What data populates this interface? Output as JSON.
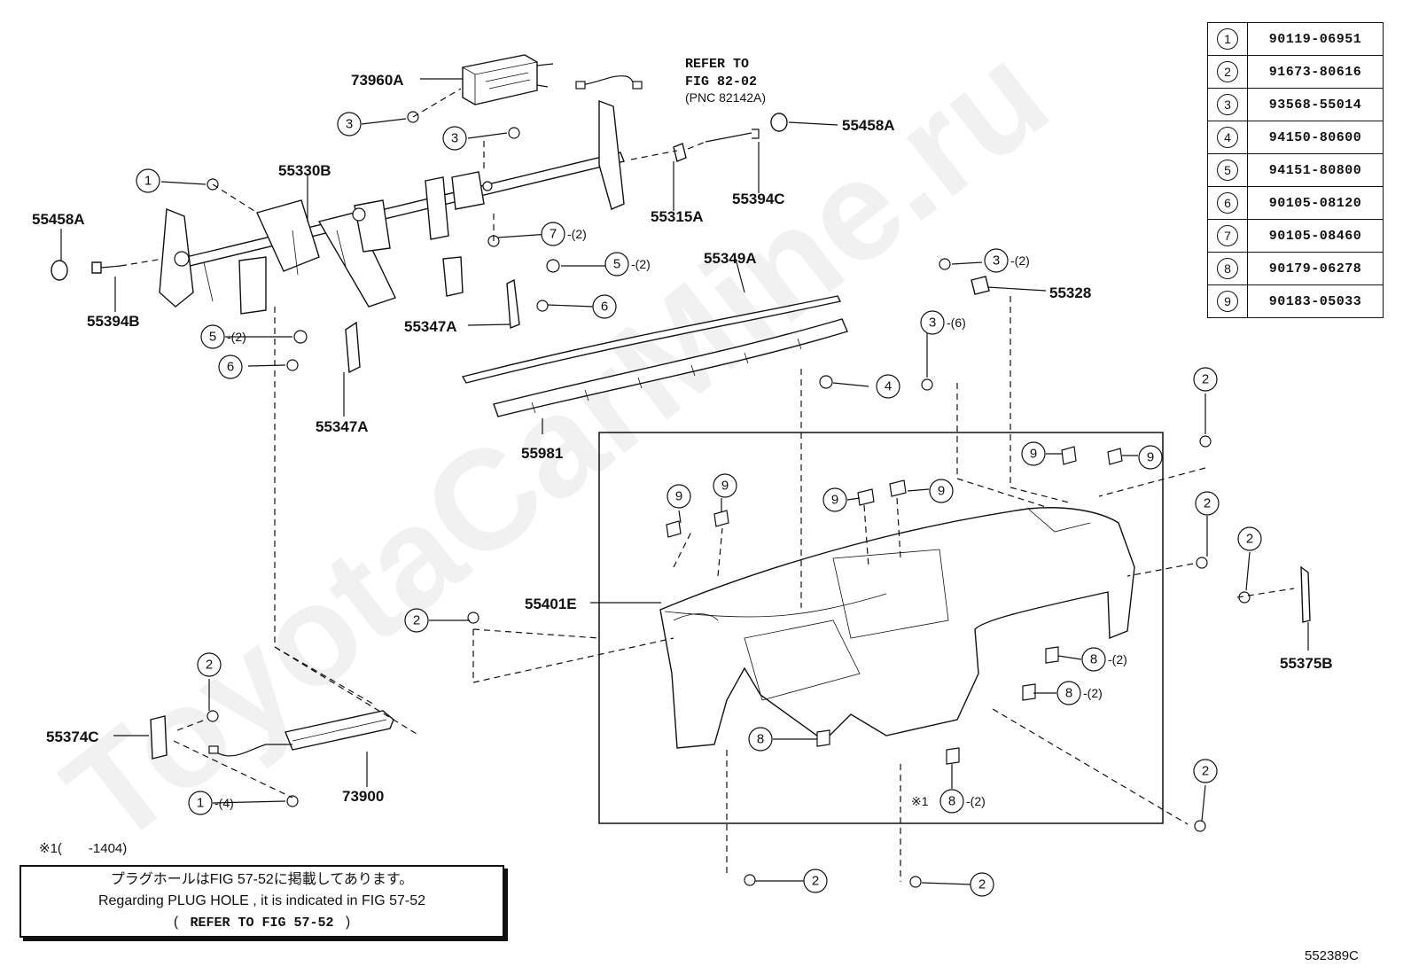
{
  "watermark": "ToyotaCarMine.ru",
  "legend": [
    {
      "num": "1",
      "part": "90119-06951"
    },
    {
      "num": "2",
      "part": "91673-80616"
    },
    {
      "num": "3",
      "part": "93568-55014"
    },
    {
      "num": "4",
      "part": "94150-80600"
    },
    {
      "num": "5",
      "part": "94151-80800"
    },
    {
      "num": "6",
      "part": "90105-08120"
    },
    {
      "num": "7",
      "part": "90105-08460"
    },
    {
      "num": "8",
      "part": "90179-06278"
    },
    {
      "num": "9",
      "part": "90183-05033"
    }
  ],
  "part_labels": {
    "p73960A": "73960A",
    "p55458A_top": "55458A",
    "p55330B": "55330B",
    "p55458A_left": "55458A",
    "p55394B": "55394B",
    "p55315A": "55315A",
    "p55394C": "55394C",
    "p55349A": "55349A",
    "p55328": "55328",
    "p55347A_a": "55347A",
    "p55347A_b": "55347A",
    "p55981": "55981",
    "p55401E": "55401E",
    "p55374C": "55374C",
    "p73900": "73900",
    "p55375B": "55375B"
  },
  "refer": {
    "line1": "REFER TO",
    "line2": "FIG 82-02",
    "line3": "(PNC 82142A)"
  },
  "callouts": {
    "c1a": {
      "num": "1",
      "qty": ""
    },
    "c3a": {
      "num": "3",
      "qty": ""
    },
    "c3b": {
      "num": "3",
      "qty": ""
    },
    "c7": {
      "num": "7",
      "qty": "-(2)"
    },
    "c5a": {
      "num": "5",
      "qty": "-(2)"
    },
    "c6a": {
      "num": "6",
      "qty": ""
    },
    "c5b": {
      "num": "5",
      "qty": "-(2)"
    },
    "c6b": {
      "num": "6",
      "qty": ""
    },
    "c3c": {
      "num": "3",
      "qty": "-(2)"
    },
    "c3d": {
      "num": "3",
      "qty": "-(6)"
    },
    "c4": {
      "num": "4",
      "qty": ""
    },
    "c2a": {
      "num": "2",
      "qty": ""
    },
    "c2b": {
      "num": "2",
      "qty": ""
    },
    "c2c": {
      "num": "2",
      "qty": ""
    },
    "c2d": {
      "num": "2",
      "qty": ""
    },
    "c2e": {
      "num": "2",
      "qty": ""
    },
    "c2f": {
      "num": "2",
      "qty": ""
    },
    "c2g": {
      "num": "2",
      "qty": ""
    },
    "c2h": {
      "num": "2",
      "qty": ""
    },
    "c1b": {
      "num": "1",
      "qty": "-(4)"
    },
    "c9a": {
      "num": "9",
      "qty": ""
    },
    "c9b": {
      "num": "9",
      "qty": ""
    },
    "c9c": {
      "num": "9",
      "qty": ""
    },
    "c9d": {
      "num": "9",
      "qty": ""
    },
    "c9e": {
      "num": "9",
      "qty": ""
    },
    "c9f": {
      "num": "9",
      "qty": ""
    },
    "c8a": {
      "num": "8",
      "qty": "-(2)"
    },
    "c8b": {
      "num": "8",
      "qty": "-(2)"
    },
    "c8c": {
      "num": "8",
      "qty": ""
    },
    "c8d": {
      "num": "8",
      "qty": "-(2)",
      "prefix": "※1"
    }
  },
  "footnote": "※1(　　-1404)",
  "note": {
    "line1": "プラグホールはFIG 57-52に掲載してあります。",
    "line2": "Regarding PLUG HOLE , it is indicated in FIG 57-52",
    "line3_open": "(",
    "line3_refer": "REFER TO FIG 57-52",
    "line3_close": ")"
  },
  "figure_code": "552389C"
}
